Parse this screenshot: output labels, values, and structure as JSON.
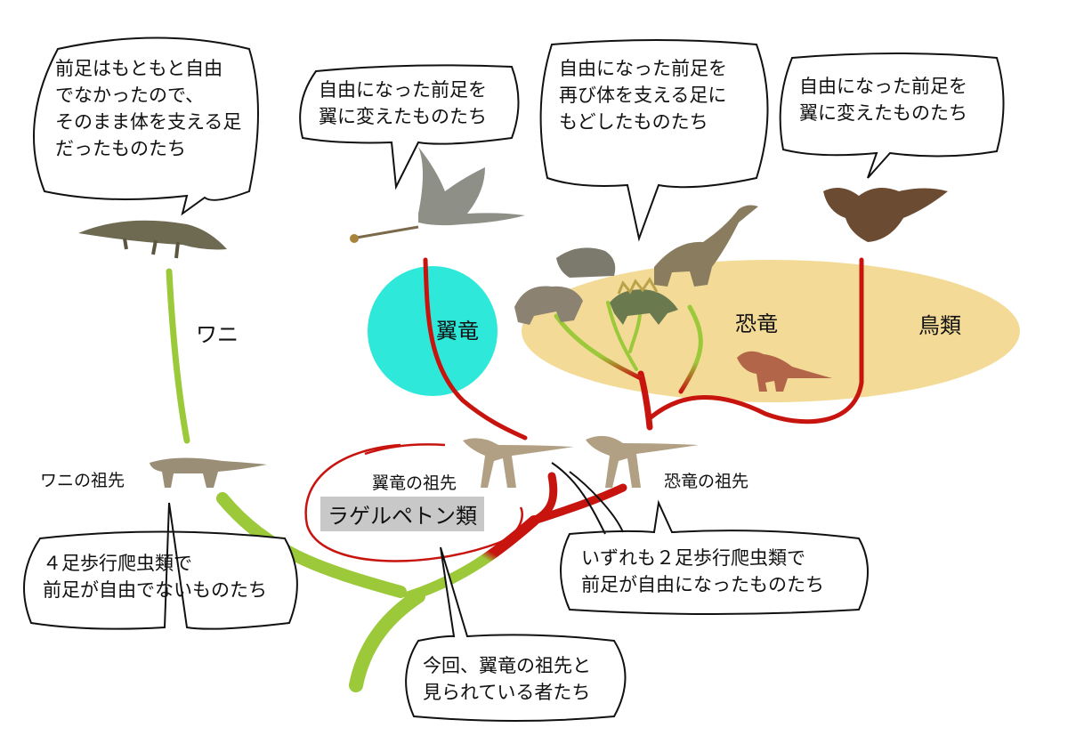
{
  "bubbles": {
    "crocodile": "前足はもともと自由\nでなかったので、\nそのまま体を支える足\nだったものたち",
    "pterosaur": "自由になった前足を\n翼に変えたものたち",
    "dinosaur": "自由になった前足を\n再び体を支える足に\nもどしたものたち",
    "bird": "自由になった前足を\n翼に変えたものたち",
    "quadruped": "４足歩行爬虫類で\n前足が自由でないものたち",
    "bipedal": "いずれも２足歩行爬虫類で\n前足が自由になったものたち",
    "lagerpetid": "今回、翼竜の祖先と\n見られている者たち"
  },
  "labels": {
    "croc_lineage": "ワニ",
    "pterosaur_group": "翼竜",
    "dinosaur_group": "恐竜",
    "bird_group": "鳥類",
    "croc_ancestor": "ワニの祖先",
    "pterosaur_ancestor": "翼竜の祖先",
    "dinosaur_ancestor": "恐竜の祖先",
    "lagerpetid_group": "ラゲルペトン類"
  },
  "colors": {
    "green_branch": "#9bc93a",
    "red_branch": "#c8140f",
    "pterosaur_circle": "#2ee8da",
    "dinosaur_ellipse": "#f3db97",
    "highlight_box": "#c8c8c8"
  },
  "icons": [
    "crocodile-icon",
    "pterosaur-icon",
    "ankylosaur-icon",
    "sauropod-icon",
    "triceratops-icon",
    "stegosaurus-icon",
    "tyrannosaurus-icon",
    "eagle-icon",
    "croc-ancestor-icon",
    "pterosaur-ancestor-icon",
    "dinosaur-ancestor-icon"
  ]
}
